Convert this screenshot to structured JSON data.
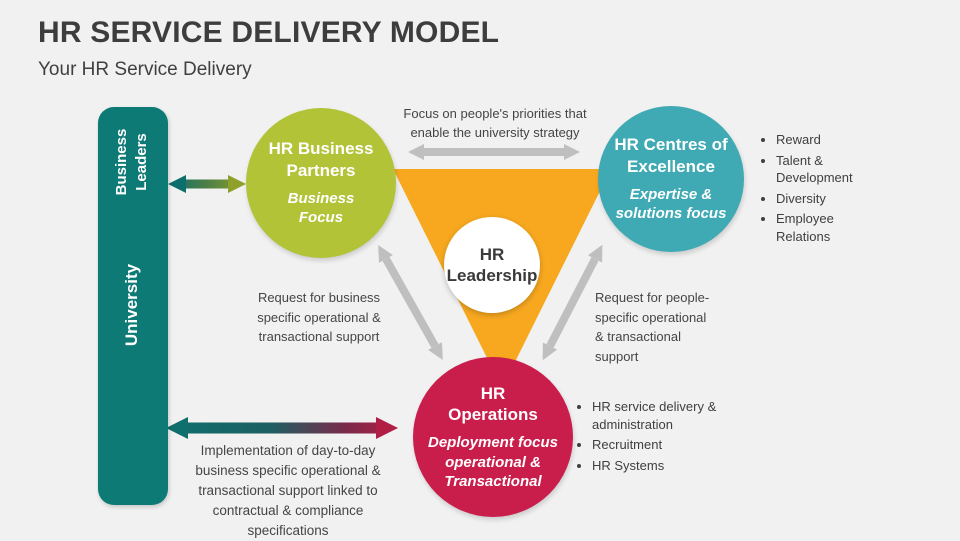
{
  "slide": {
    "title": "HR SERVICE DELIVERY MODEL",
    "subtitle": "Your HR Service Delivery"
  },
  "sidebar": {
    "business_leaders": "Business\nLeaders",
    "university": "University"
  },
  "nodes": {
    "business_partners": {
      "title": "HR Business\nPartners",
      "subtitle": "Business\nFocus"
    },
    "centres_of_excellence": {
      "title": "HR Centres of\nExcellence",
      "subtitle": "Expertise &\nsolutions focus"
    },
    "operations": {
      "title": "HR\nOperations",
      "subtitle": "Deployment focus\noperational &\nTransactional"
    },
    "leadership": {
      "title": "HR\nLeadership"
    }
  },
  "annotations": {
    "focus": "Focus on people's priorities that\nenable the university strategy",
    "request_business": "Request for business\nspecific operational &\ntransactional support",
    "request_people": "Request for people-\nspecific operational\n& transactional\nsupport",
    "implementation": "Implementation of day-to-day\nbusiness specific operational &\ntransactional support linked to\ncontractual & compliance\nspecifications"
  },
  "lists": {
    "centres_bullets": [
      "Reward",
      "Talent & Development",
      "Diversity",
      "Employee Relations"
    ],
    "operations_bullets": [
      "HR service delivery & administration",
      "Recruitment",
      "HR Systems"
    ]
  },
  "colors": {
    "background": "#f1f1f1",
    "teal_bar": "#0d7a76",
    "green_circle": "#b2c338",
    "teal_circle": "#3faab4",
    "crimson_circle": "#c91e4b",
    "orange_triangle": "#f7a81f",
    "gray_arrow": "#bfbfbf",
    "gradient_green_arrow": [
      "#0d6f6c",
      "#8fa02b"
    ],
    "gradient_red_arrow": [
      "#0e6f6d",
      "#b01e46"
    ],
    "text_dark": "#3d3d3d"
  }
}
